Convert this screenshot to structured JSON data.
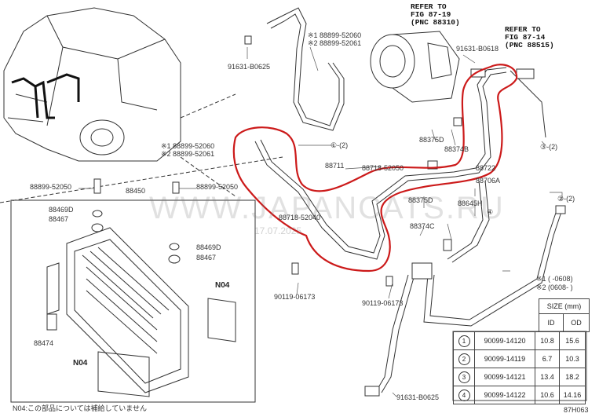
{
  "refer1": {
    "line1": "REFER TO",
    "line2": "FIG 87-19",
    "line3": "(PNC 88310)"
  },
  "refer2": {
    "line1": "REFER TO",
    "line2": "FIG 87-14",
    "line3": "(PNC 88515)"
  },
  "parts": {
    "p_91631_b0625_top": "91631-B0625",
    "p_88899_52060_a": "※1 88899-52060",
    "p_88899_52061_a": "※2 88899-52061",
    "p_91631_b0618": "91631-B0618",
    "p_88375d": "88375D",
    "p_88374b": "88374B",
    "p_c1": "①-(2)",
    "p_88711": "88711",
    "p_c3": "③-(2)",
    "p_88899_52060_b": "※1 88899-52060",
    "p_88899_52061_b": "※2 88899-52061",
    "p_88718_52050": "88718-52050",
    "p_88722": "88722",
    "p_88706a": "88706A",
    "p_88899_52050_left": "88899-52050",
    "p_88450": "88450",
    "p_88899_52050_mid": "88899-52050",
    "p_88375d_b": "88375D",
    "p_c2": "②-(2)",
    "p_88469d_l": "88469D",
    "p_88467_l": "88467",
    "p_88645h": "88645H",
    "p_c4": "④",
    "p_88718_52040": "88718-52040",
    "p_88374c": "88374C",
    "p_88469d_r": "88469D",
    "p_88467_r": "88467",
    "p_90119_06173_l": "90119-06173",
    "p_90119_06173_r": "90119-06173",
    "p_n04_a": "N04",
    "p_88474": "88474",
    "p_n04_b": "N04",
    "p_91631_b0625_bot": "91631-B0625"
  },
  "watermark": {
    "text": "WWW.JAPANCATS.RU",
    "date": "17.07.2025"
  },
  "notes": {
    "star1": "※1 (     -0608)",
    "star2": "※2 (0608-     )",
    "n04_note": "N04:この部品については補給していません",
    "fig_code": "87H063"
  },
  "size_table": {
    "title": "SIZE (mm)",
    "col_id": "ID",
    "col_od": "OD",
    "rows": [
      {
        "no": "1",
        "part": "90099-14120",
        "id": "10.8",
        "od": "15.6"
      },
      {
        "no": "2",
        "part": "90099-14119",
        "id": "6.7",
        "od": "10.3"
      },
      {
        "no": "3",
        "part": "90099-14121",
        "id": "13.4",
        "od": "18.2"
      },
      {
        "no": "4",
        "part": "90099-14122",
        "id": "10.6",
        "od": "14.16"
      }
    ]
  }
}
